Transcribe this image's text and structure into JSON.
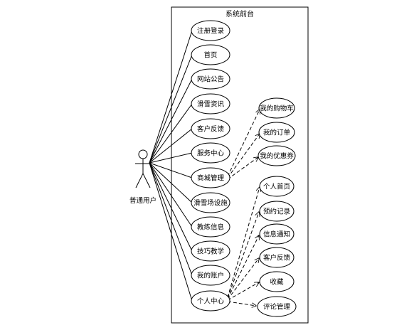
{
  "system": {
    "title": "系统前台"
  },
  "actor": {
    "name": "普通用户"
  },
  "use_cases": [
    {
      "id": "register",
      "label": "注册登录"
    },
    {
      "id": "home",
      "label": "首页"
    },
    {
      "id": "announcement",
      "label": "网站公告"
    },
    {
      "id": "news",
      "label": "滑雪资讯"
    },
    {
      "id": "feedback",
      "label": "客户反馈"
    },
    {
      "id": "service",
      "label": "服务中心"
    },
    {
      "id": "mall",
      "label": "商城管理"
    },
    {
      "id": "venue",
      "label": "滑雪场设施"
    },
    {
      "id": "coach",
      "label": "教练信息"
    },
    {
      "id": "skills",
      "label": "技巧教学"
    },
    {
      "id": "account",
      "label": "我的账户"
    },
    {
      "id": "center",
      "label": "个人中心"
    }
  ],
  "sub_use_cases": [
    {
      "id": "cart",
      "label": "我的购物车",
      "parent": "mall"
    },
    {
      "id": "orders",
      "label": "我的订单",
      "parent": "mall"
    },
    {
      "id": "coupons",
      "label": "我的优惠券",
      "parent": "mall"
    },
    {
      "id": "profile",
      "label": "个人首页",
      "parent": "center"
    },
    {
      "id": "booking",
      "label": "预约记录",
      "parent": "center"
    },
    {
      "id": "notice",
      "label": "信息通知",
      "parent": "center"
    },
    {
      "id": "feedback2",
      "label": "客户反馈",
      "parent": "center"
    },
    {
      "id": "favorites",
      "label": "收藏",
      "parent": "center"
    },
    {
      "id": "comments",
      "label": "评论管理",
      "parent": "center"
    }
  ]
}
